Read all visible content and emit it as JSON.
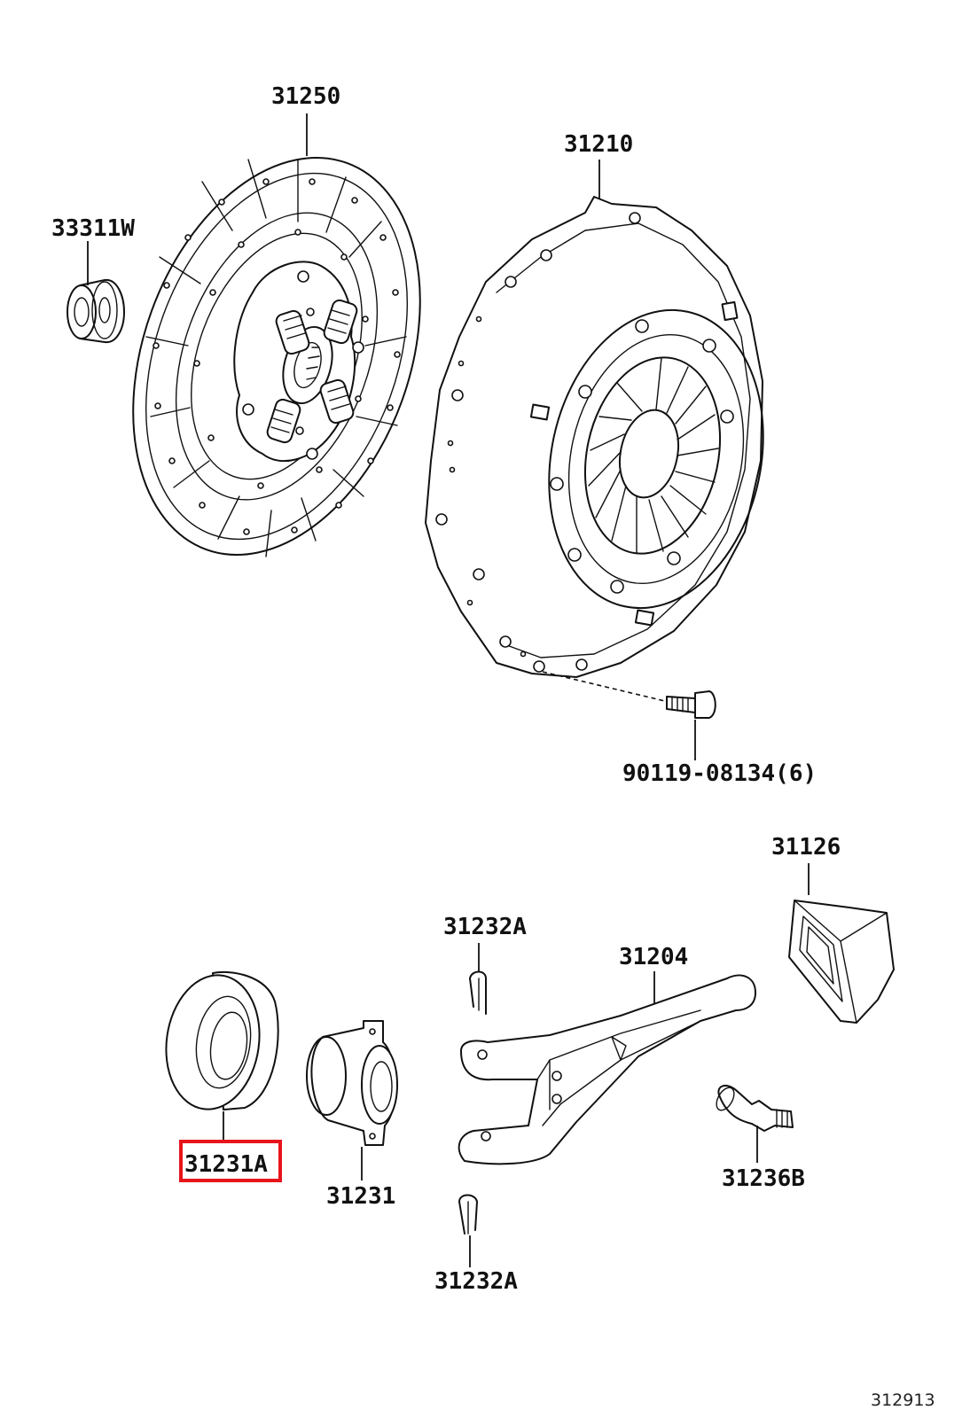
{
  "labels": {
    "clutch_disc": "31250",
    "cover_assembly": "31210",
    "pilot_bearing": "33311W",
    "cover_bolt": "90119-08134(6)",
    "boot": "31126",
    "clip_top": "31232A",
    "release_fork": "31204",
    "release_bearing": "31231A",
    "bearing_hub": "31231",
    "pivot_stud": "31236B",
    "clip_bottom": "31232A"
  },
  "highlight": {
    "part": "31231A",
    "color": "#e8141b"
  },
  "diagram_id": "312913"
}
